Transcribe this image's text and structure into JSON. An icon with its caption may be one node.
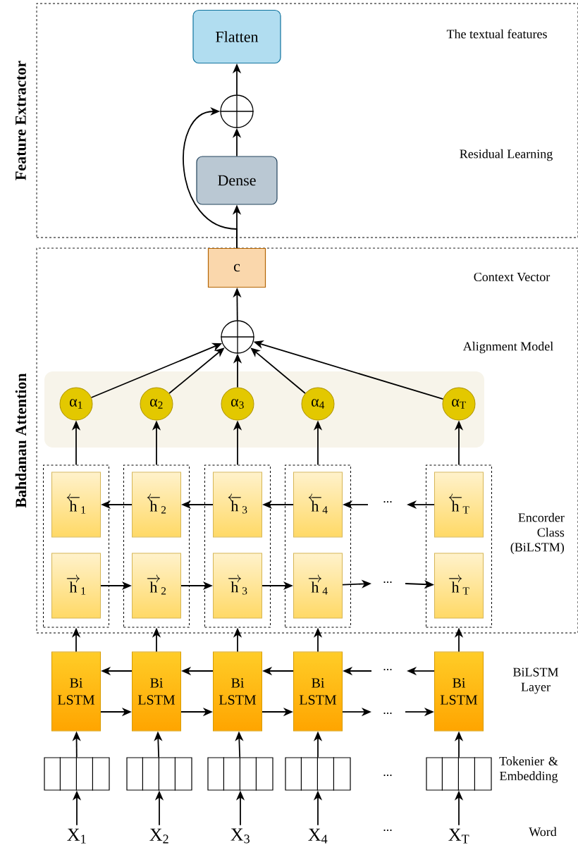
{
  "diagram": {
    "nodes": [
      {
        "text": [
          "Feature Extractor"
        ]
      },
      {
        "text": [
          "Flatten"
        ],
        "in": 0
      },
      {
        "text": [],
        "shape": "circle",
        "in": 0
      },
      {
        "text": [
          "Dense"
        ],
        "in": 0
      },
      {
        "text": [
          "Bahdanau Attention"
        ]
      },
      {
        "text": [
          "c"
        ],
        "in": 4
      },
      {
        "text": [],
        "shape": "circle",
        "in": 4
      },
      {
        "text": [],
        "shape": "box",
        "in": 4
      },
      {
        "text": [
          "α$_{1}$"
        ],
        "in": 7
      },
      {
        "text": [
          "α$_{2}$"
        ],
        "in": 7
      },
      {
        "text": [
          "α$_{3}$"
        ],
        "in": 7
      },
      {
        "text": [
          "α$_{4}$"
        ],
        "in": 7
      },
      {
        "text": [
          "α$_{T}$"
        ],
        "in": 7
      },
      {
        "text": [],
        "shape": "box",
        "in": 4
      },
      {
        "text": [],
        "shape": "box",
        "in": 4
      },
      {
        "text": [],
        "shape": "box",
        "in": 4
      },
      {
        "text": [],
        "shape": "box",
        "in": 4
      },
      {
        "text": [],
        "shape": "box",
        "in": 4
      },
      {
        "text": [
          "\\overleftarrow{\\mathrm{h}}_{\\mathrm{1}}"
        ],
        "in": 13
      },
      {
        "text": [
          "\\overrightarrow{\\mathrm{h}}_{\\mathrm{1}}"
        ],
        "in": 13
      },
      {
        "text": [
          "\\overleftarrow{\\mathrm{h}}_{\\mathrm{2}}"
        ],
        "in": 14
      },
      {
        "text": [
          "\\overrightarrow{\\mathrm{h}}_{\\mathrm{2}}"
        ],
        "in": 14
      },
      {
        "text": [
          "\\overleftarrow{\\mathrm{h}}_{\\mathrm{3}}"
        ],
        "in": 15
      },
      {
        "text": [
          "\\overrightarrow{\\mathrm{h}}_{\\mathrm{3}}"
        ],
        "in": 15
      },
      {
        "text": [
          "\\overleftarrow{\\mathrm{h}}_{\\mathrm{4}}"
        ],
        "in": 16
      },
      {
        "text": [
          "\\overrightarrow{\\mathrm{h}}_{\\mathrm{4}}"
        ],
        "in": 16
      },
      {
        "text": [
          "\\overleftarrow{\\mathrm{h}}_{\\mathrm{T}}"
        ],
        "in": 17
      },
      {
        "text": [
          "\\overrightarrow{\\mathrm{h}}_{\\mathrm{T}}"
        ],
        "in": 17
      },
      {
        "text": [
          "Bi LSTM"
        ]
      },
      {
        "text": [
          "Bi LSTM"
        ]
      },
      {
        "text": [
          "Bi LSTM"
        ]
      },
      {
        "text": [
          "Bi LSTM"
        ]
      },
      {
        "text": [
          "Bi LSTM"
        ]
      },
      {
        "text": [],
        "shape": "box"
      },
      {
        "text": [],
        "shape": "box"
      },
      {
        "text": [],
        "shape": "box"
      },
      {
        "text": [],
        "shape": "box"
      },
      {
        "text": [],
        "shape": "box"
      },
      {
        "text": [
          "X$_{1}$"
        ]
      },
      {
        "text": [
          "X$_{2}$"
        ]
      },
      {
        "text": [
          "X$_{3}$"
        ]
      },
      {
        "text": [
          "X$_{4}$"
        ]
      },
      {
        "text": [
          "X$_{T}$"
        ]
      }
    ],
    "edges": [
      {
        "from": 2,
        "to": 1,
        "arrow": "to"
      },
      {
        "from": 3,
        "to": 2,
        "arrow": "to"
      },
      {
        "from": 5,
        "to": 3,
        "arrow": "to"
      },
      {
        "from": 5,
        "to": 2,
        "arrow": "to"
      },
      {
        "from": 6,
        "to": 5,
        "arrow": "to"
      },
      {
        "from": 8,
        "to": 6,
        "arrow": "to"
      },
      {
        "from": 9,
        "to": 6,
        "arrow": "to"
      },
      {
        "from": 10,
        "to": 6,
        "arrow": "to"
      },
      {
        "from": 11,
        "to": 6,
        "arrow": "to"
      },
      {
        "from": 12,
        "to": 6,
        "arrow": "to"
      },
      {
        "from": 13,
        "to": 8,
        "arrow": "to"
      },
      {
        "from": 14,
        "to": 9,
        "arrow": "to"
      },
      {
        "from": 15,
        "to": 10,
        "arrow": "to"
      },
      {
        "from": 16,
        "to": 11,
        "arrow": "to"
      },
      {
        "from": 17,
        "to": 12,
        "arrow": "to"
      },
      {
        "from": 20,
        "to": 18,
        "arrow": "to"
      },
      {
        "from": 22,
        "to": 20,
        "arrow": "to"
      },
      {
        "from": 24,
        "to": 22,
        "arrow": "to"
      },
      {
        "from": null,
        "to": 24,
        "arrow": "to"
      },
      {
        "from": 26,
        "to": null,
        "arrow": "to"
      },
      {
        "from": 19,
        "to": 21,
        "arrow": "to"
      },
      {
        "from": 21,
        "to": 23,
        "arrow": "to"
      },
      {
        "from": 23,
        "to": 25,
        "arrow": "to"
      },
      {
        "from": 25,
        "to": null,
        "arrow": "to"
      },
      {
        "from": null,
        "to": 27,
        "arrow": "to"
      },
      {
        "from": 28,
        "to": 13,
        "arrow": "to"
      },
      {
        "from": 29,
        "to": 14,
        "arrow": "to"
      },
      {
        "from": 30,
        "to": 15,
        "arrow": "to"
      },
      {
        "from": 31,
        "to": 16,
        "arrow": "to"
      },
      {
        "from": 32,
        "to": 17,
        "arrow": "to"
      },
      {
        "from": 29,
        "to": 28,
        "arrow": "to"
      },
      {
        "from": 30,
        "to": 29,
        "arrow": "to"
      },
      {
        "from": 31,
        "to": 30,
        "arrow": "to"
      },
      {
        "from": null,
        "to": 31,
        "arrow": "to"
      },
      {
        "from": 32,
        "to": null,
        "arrow": "to"
      },
      {
        "from": 28,
        "to": 29,
        "arrow": "to"
      },
      {
        "from": 29,
        "to": 30,
        "arrow": "to"
      },
      {
        "from": 30,
        "to": 31,
        "arrow": "to"
      },
      {
        "from": 31,
        "to": null,
        "arrow": "to"
      },
      {
        "from": null,
        "to": 32,
        "arrow": "to"
      },
      {
        "from": 33,
        "to": 28,
        "arrow": "to"
      },
      {
        "from": 34,
        "to": 29,
        "arrow": "to"
      },
      {
        "from": 35,
        "to": 30,
        "arrow": "to"
      },
      {
        "from": 36,
        "to": 31,
        "arrow": "to"
      },
      {
        "from": 37,
        "to": 32,
        "arrow": "to"
      },
      {
        "from": 38,
        "to": 33,
        "arrow": "to"
      },
      {
        "from": 39,
        "to": 34,
        "arrow": "to"
      },
      {
        "from": 40,
        "to": 35,
        "arrow": "to"
      },
      {
        "from": 41,
        "to": 36,
        "arrow": "to"
      },
      {
        "from": 42,
        "to": 37,
        "arrow": "to"
      }
    ],
    "labels": [
      "The textual features",
      "Residual Learning",
      "Context Vector",
      "Alignment Model",
      "...",
      "Encorder Class (BiLSTM)",
      "...",
      "...",
      "BiLSTM Layer",
      "...",
      "...",
      "Tokenier & Embedding",
      "...",
      "Word"
    ]
  }
}
